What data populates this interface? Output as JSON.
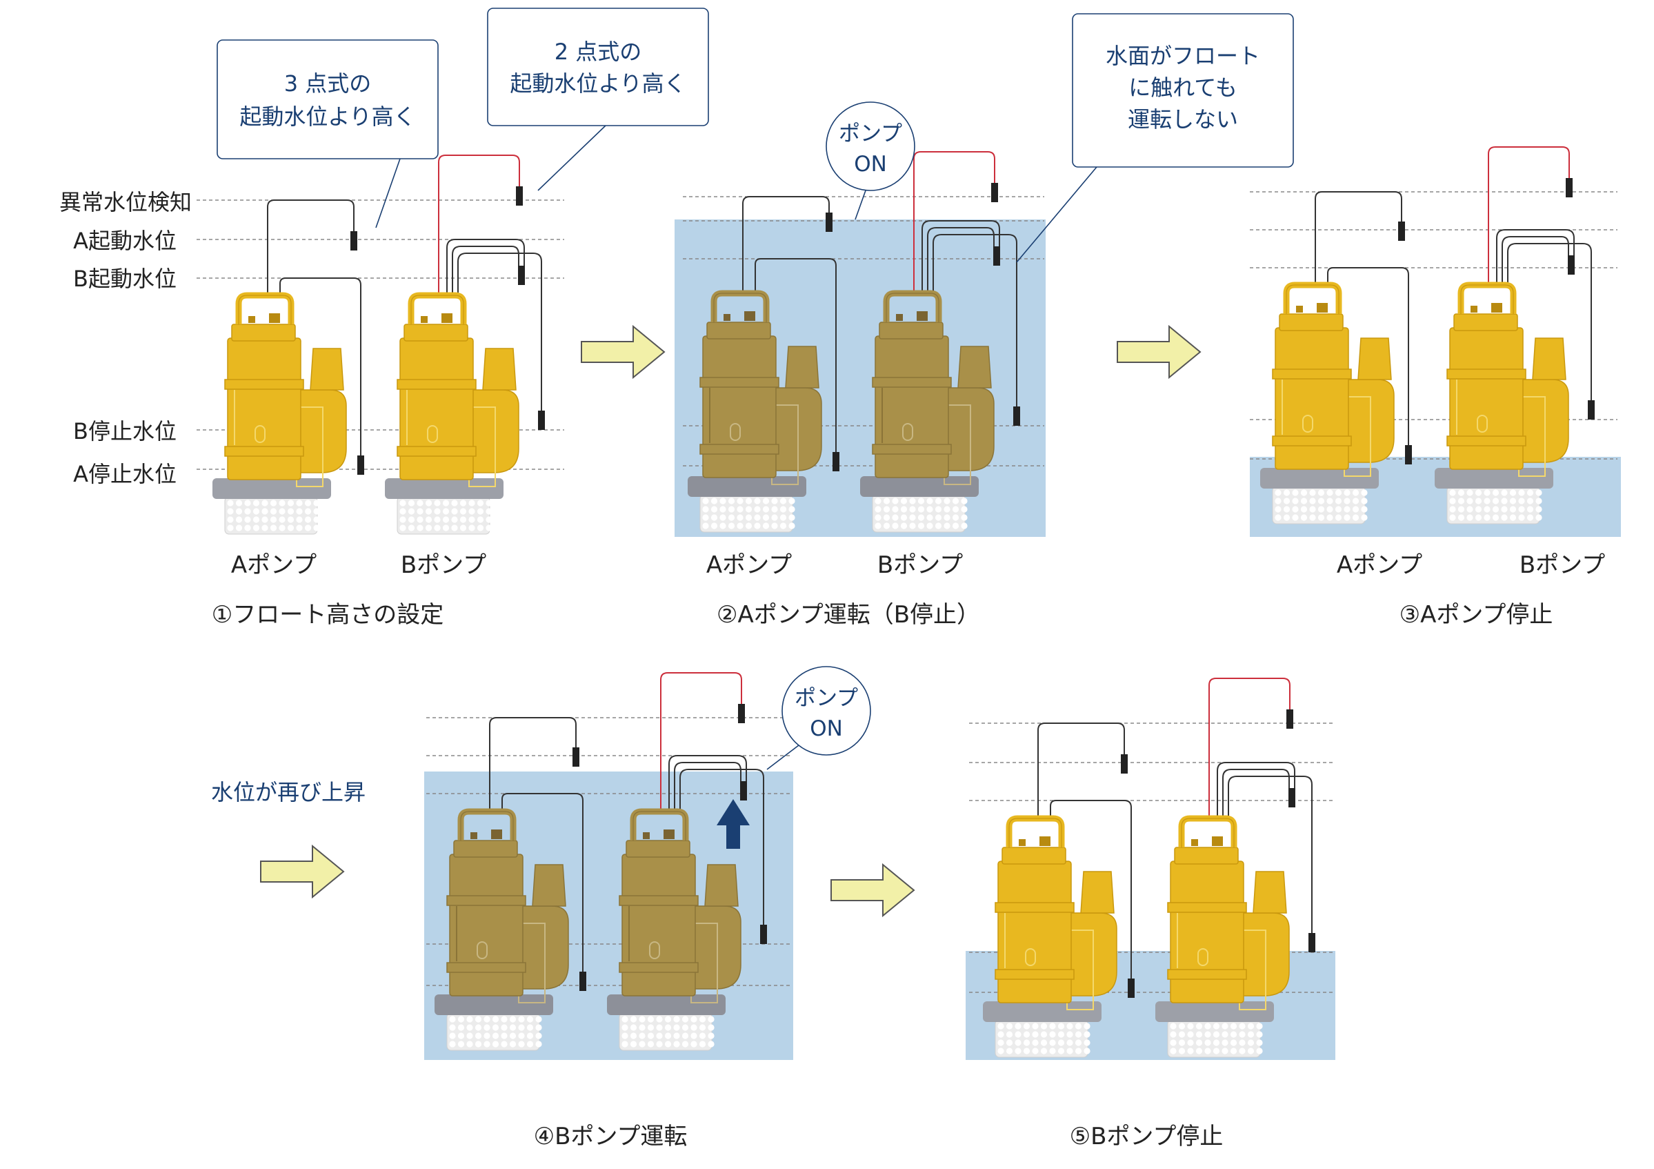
{
  "colors": {
    "water": "#b8d3e8",
    "pump_yellow": "#e8b820",
    "pump_submerged": "#a99049",
    "navy_text": "#1a3f72",
    "float_red": "#cc2f3c",
    "arrow_fill": "#f2f0a8"
  },
  "level_labels": {
    "alarm": "異常水位検知",
    "a_start": "A起動水位",
    "b_start": "B起動水位",
    "b_stop": "B停止水位",
    "a_stop": "A停止水位"
  },
  "callouts": {
    "three_point": [
      "3 点式の",
      "起動水位より高く"
    ],
    "two_point": [
      "2 点式の",
      "起動水位より高く"
    ],
    "no_run": [
      "水面がフロート",
      "に触れても",
      "運転しない"
    ],
    "pump_on_1": [
      "ポンプ",
      "ON"
    ],
    "pump_on_2": [
      "ポンプ",
      "ON"
    ]
  },
  "pump_labels": {
    "a": "Aポンプ",
    "b": "Bポンプ"
  },
  "rise_label": "水位が再び上昇",
  "steps": [
    {
      "caption": "①フロート高さの設定"
    },
    {
      "caption": "②Aポンプ運転（B停止）"
    },
    {
      "caption": "③Aポンプ停止"
    },
    {
      "caption": "④Bポンプ運転"
    },
    {
      "caption": "⑤Bポンプ停止"
    }
  ]
}
